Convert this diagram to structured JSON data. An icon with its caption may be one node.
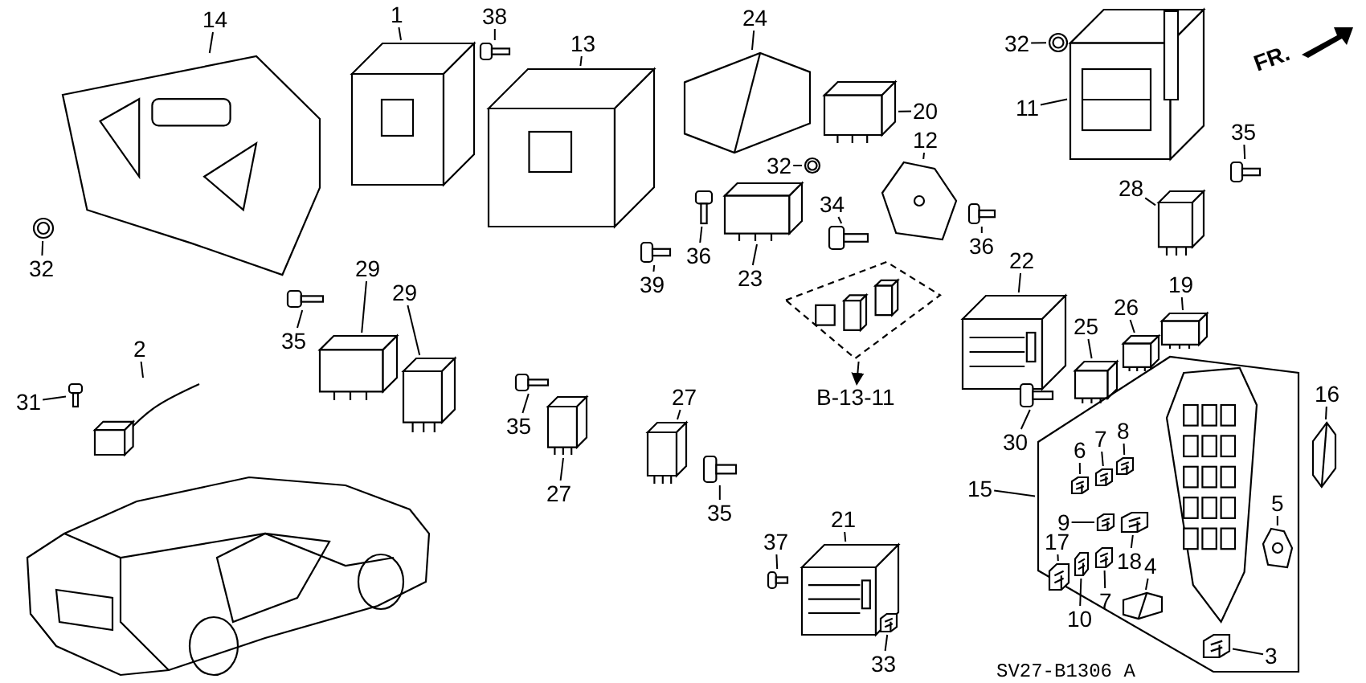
{
  "diagram": {
    "nodes": [
      {
        "text": [
          "14"
        ]
      },
      {
        "text": [],
        "shape": "picture"
      },
      {
        "text": [
          "1"
        ]
      },
      {
        "text": [],
        "shape": "picture"
      },
      {
        "text": [
          "38"
        ]
      },
      {
        "text": [],
        "shape": "picture"
      },
      {
        "text": [
          "13"
        ]
      },
      {
        "text": [],
        "shape": "picture"
      },
      {
        "text": [
          "32"
        ]
      },
      {
        "text": [],
        "shape": "picture"
      },
      {
        "text": [
          "39"
        ]
      },
      {
        "text": [],
        "shape": "picture"
      },
      {
        "text": [
          "24"
        ]
      },
      {
        "text": [],
        "shape": "picture"
      },
      {
        "text": [
          "32"
        ]
      },
      {
        "text": [],
        "shape": "picture"
      },
      {
        "text": [
          "20"
        ]
      },
      {
        "text": [],
        "shape": "picture"
      },
      {
        "text": [
          "12"
        ]
      },
      {
        "text": [],
        "shape": "picture"
      },
      {
        "text": [
          "32"
        ]
      },
      {
        "text": [],
        "shape": "picture"
      },
      {
        "text": [
          "11"
        ]
      },
      {
        "text": [],
        "shape": "picture"
      },
      {
        "text": [
          "35"
        ]
      },
      {
        "text": [],
        "shape": "picture"
      },
      {
        "text": [
          "28"
        ]
      },
      {
        "text": [],
        "shape": "picture"
      },
      {
        "text": [
          "36"
        ]
      },
      {
        "text": [],
        "shape": "picture"
      },
      {
        "text": [
          "23"
        ]
      },
      {
        "text": [],
        "shape": "picture"
      },
      {
        "text": [
          "34"
        ]
      },
      {
        "text": [],
        "shape": "picture"
      },
      {
        "text": [
          "36"
        ]
      },
      {
        "text": [],
        "shape": "picture"
      },
      {
        "text": [
          "22"
        ]
      },
      {
        "text": [],
        "shape": "picture"
      },
      {
        "text": [
          "25"
        ]
      },
      {
        "text": [],
        "shape": "picture"
      },
      {
        "text": [
          "26"
        ]
      },
      {
        "text": [],
        "shape": "picture"
      },
      {
        "text": [
          "19"
        ]
      },
      {
        "text": [],
        "shape": "picture"
      },
      {
        "text": [
          "29"
        ]
      },
      {
        "text": [],
        "shape": "picture"
      },
      {
        "text": [
          "29"
        ]
      },
      {
        "text": [],
        "shape": "picture"
      },
      {
        "text": [
          "35"
        ]
      },
      {
        "text": [],
        "shape": "picture"
      },
      {
        "text": [
          "2"
        ]
      },
      {
        "text": [],
        "shape": "picture"
      },
      {
        "text": [
          "31"
        ]
      },
      {
        "text": [],
        "shape": "picture"
      },
      {
        "text": [
          "35"
        ]
      },
      {
        "text": [],
        "shape": "picture"
      },
      {
        "text": [
          "27"
        ]
      },
      {
        "text": [],
        "shape": "picture"
      },
      {
        "text": [
          "27"
        ]
      },
      {
        "text": [],
        "shape": "picture"
      },
      {
        "text": [
          "35"
        ]
      },
      {
        "text": [],
        "shape": "picture"
      },
      {
        "text": [
          "21"
        ]
      },
      {
        "text": [],
        "shape": "picture"
      },
      {
        "text": [
          "37"
        ]
      },
      {
        "text": [],
        "shape": "picture"
      },
      {
        "text": [
          "33"
        ]
      },
      {
        "text": [],
        "shape": "picture"
      },
      {
        "text": [
          "30"
        ]
      },
      {
        "text": [],
        "shape": "picture"
      },
      {
        "text": [],
        "shape": "box"
      },
      {
        "text": [
          "B-13-11"
        ]
      },
      {
        "text": [
          "15"
        ]
      },
      {
        "text": [],
        "shape": "box"
      },
      {
        "text": [],
        "shape": "picture",
        "in": 73
      },
      {
        "text": [
          "6"
        ],
        "in": 73
      },
      {
        "text": [],
        "shape": "picture",
        "in": 73
      },
      {
        "text": [
          "7"
        ],
        "in": 73
      },
      {
        "text": [],
        "shape": "picture",
        "in": 73
      },
      {
        "text": [
          "8"
        ],
        "in": 73
      },
      {
        "text": [],
        "shape": "picture",
        "in": 73
      },
      {
        "text": [
          "9"
        ],
        "in": 73
      },
      {
        "text": [],
        "shape": "picture",
        "in": 73
      },
      {
        "text": [
          "18"
        ],
        "in": 73
      },
      {
        "text": [],
        "shape": "picture",
        "in": 73
      },
      {
        "text": [
          "17"
        ],
        "in": 73
      },
      {
        "text": [],
        "shape": "picture",
        "in": 73
      },
      {
        "text": [
          "10"
        ],
        "in": 73
      },
      {
        "text": [],
        "shape": "picture",
        "in": 73
      },
      {
        "text": [
          "7"
        ],
        "in": 73
      },
      {
        "text": [],
        "shape": "picture",
        "in": 73
      },
      {
        "text": [
          "4"
        ],
        "in": 73
      },
      {
        "text": [],
        "shape": "picture",
        "in": 73
      },
      {
        "text": [
          "5"
        ],
        "in": 73
      },
      {
        "text": [],
        "shape": "picture",
        "in": 73
      },
      {
        "text": [
          "3"
        ],
        "in": 73
      },
      {
        "text": [],
        "shape": "picture",
        "in": 73
      },
      {
        "text": [
          "16"
        ]
      },
      {
        "text": [],
        "shape": "picture"
      }
    ],
    "edges": [
      {
        "from": 0,
        "to": 1,
        "arrow": "none"
      },
      {
        "from": 2,
        "to": 3,
        "arrow": "none"
      },
      {
        "from": 4,
        "to": 5,
        "arrow": "none"
      },
      {
        "from": 6,
        "to": 7,
        "arrow": "none"
      },
      {
        "from": 8,
        "to": 9,
        "arrow": "none"
      },
      {
        "from": 10,
        "to": 11,
        "arrow": "none"
      },
      {
        "from": 12,
        "to": 13,
        "arrow": "none"
      },
      {
        "from": 14,
        "to": 15,
        "arrow": "none"
      },
      {
        "from": 16,
        "to": 17,
        "arrow": "none"
      },
      {
        "from": 18,
        "to": 19,
        "arrow": "none"
      },
      {
        "from": 20,
        "to": 21,
        "arrow": "none"
      },
      {
        "from": 22,
        "to": 23,
        "arrow": "none"
      },
      {
        "from": 24,
        "to": 25,
        "arrow": "none"
      },
      {
        "from": 26,
        "to": 27,
        "arrow": "none"
      },
      {
        "from": 28,
        "to": 29,
        "arrow": "none"
      },
      {
        "from": 30,
        "to": 31,
        "arrow": "none"
      },
      {
        "from": 32,
        "to": 33,
        "arrow": "none"
      },
      {
        "from": 34,
        "to": 35,
        "arrow": "none"
      },
      {
        "from": 36,
        "to": 37,
        "arrow": "none"
      },
      {
        "from": 38,
        "to": 39,
        "arrow": "none"
      },
      {
        "from": 40,
        "to": 41,
        "arrow": "none"
      },
      {
        "from": 42,
        "to": 43,
        "arrow": "none"
      },
      {
        "from": 44,
        "to": 45,
        "arrow": "none"
      },
      {
        "from": 46,
        "to": 47,
        "arrow": "none"
      },
      {
        "from": 48,
        "to": 49,
        "arrow": "none"
      },
      {
        "from": 50,
        "to": 51,
        "arrow": "none"
      },
      {
        "from": 52,
        "to": 53,
        "arrow": "none"
      },
      {
        "from": 54,
        "to": 55,
        "arrow": "none"
      },
      {
        "from": 56,
        "to": 57,
        "arrow": "none"
      },
      {
        "from": 58,
        "to": 59,
        "arrow": "none"
      },
      {
        "from": 60,
        "to": 61,
        "arrow": "none"
      },
      {
        "from": 62,
        "to": 63,
        "arrow": "none"
      },
      {
        "from": 64,
        "to": 65,
        "arrow": "none"
      },
      {
        "from": 66,
        "to": 67,
        "arrow": "none"
      },
      {
        "from": 68,
        "to": 69,
        "arrow": "none"
      },
      {
        "from": 70,
        "to": 71,
        "arrow": "to"
      },
      {
        "from": 72,
        "to": 73,
        "arrow": "none"
      },
      {
        "from": 75,
        "to": 76,
        "arrow": "none"
      },
      {
        "from": 77,
        "to": 78,
        "arrow": "none"
      },
      {
        "from": 79,
        "to": 80,
        "arrow": "none"
      },
      {
        "from": 81,
        "to": 82,
        "arrow": "none"
      },
      {
        "from": 83,
        "to": 84,
        "arrow": "none"
      },
      {
        "from": 85,
        "to": 86,
        "arrow": "none"
      },
      {
        "from": 87,
        "to": 88,
        "arrow": "none"
      },
      {
        "from": 89,
        "to": 90,
        "arrow": "none"
      },
      {
        "from": 91,
        "to": 92,
        "arrow": "none"
      },
      {
        "from": 93,
        "to": 94,
        "arrow": "none"
      },
      {
        "from": 95,
        "to": 96,
        "arrow": "none"
      },
      {
        "from": 97,
        "to": 98,
        "arrow": "none"
      }
    ],
    "labels": [
      "FR.",
      "SV27-B1306 A"
    ]
  }
}
